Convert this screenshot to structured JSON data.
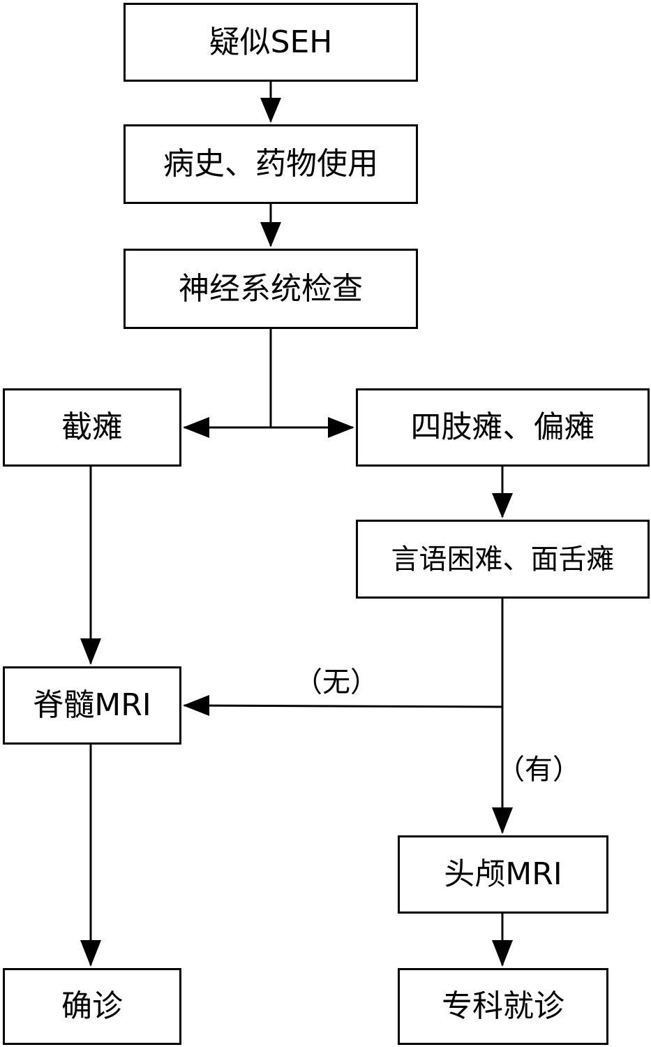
{
  "nodes": {
    "suspected_seh": "疑似SEH",
    "history_medication": "病史、药物使用",
    "neuro_exam": "神经系统检查",
    "paraplegia": "截瘫",
    "quadriplegia_hemiplegia": "四肢瘫、偏瘫",
    "speech_facial_tongue": "言语困难、面舌瘫",
    "spinal_mri": "脊髓MRI",
    "head_mri": "头颅MRI",
    "diagnosis": "确诊",
    "specialist_visit": "专科就诊"
  },
  "edge_labels": {
    "no": "（无）",
    "yes": "（有）"
  }
}
